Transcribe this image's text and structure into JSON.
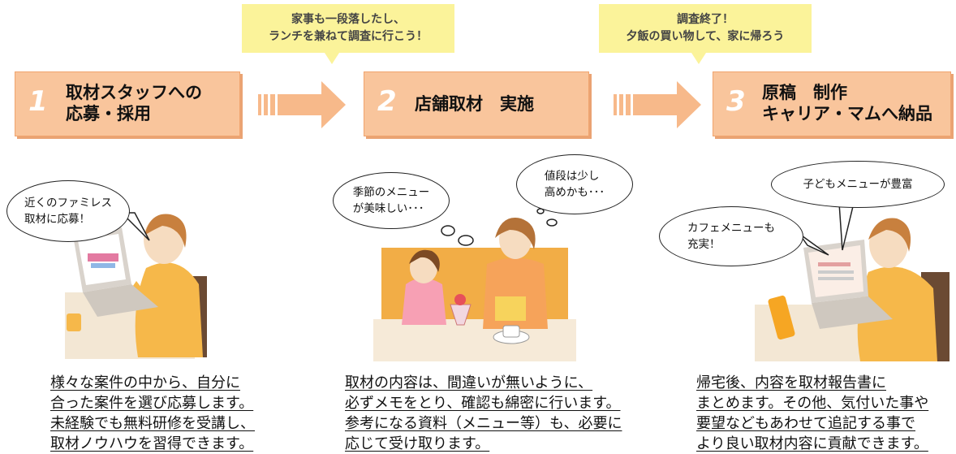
{
  "callouts": [
    {
      "line1": "家事も一段落したし、",
      "line2": "ランチを兼ねて調査に行こう！"
    },
    {
      "line1": "調査終了！",
      "line2": "夕飯の買い物して、家に帰ろう"
    }
  ],
  "steps": [
    {
      "number": "1",
      "line1": "取材スタッフへの",
      "line2": "応募・採用"
    },
    {
      "number": "2",
      "line1": "店舗取材　実施",
      "line2": ""
    },
    {
      "number": "3",
      "line1": "原稿　制作",
      "line2": "キャリア・マムへ納品"
    }
  ],
  "bubbles": {
    "step1": {
      "line1": "近くのファミレス",
      "line2": "取材に応募！"
    },
    "step2_left": {
      "line1": "季節のメニュー",
      "line2": "が美味しい･･･"
    },
    "step2_right": {
      "line1": "値段は少し",
      "line2": "高めかも･･･"
    },
    "step3_top": {
      "line1": "子どもメニューが豊富",
      "line2": ""
    },
    "step3_left": {
      "line1": "カフェメニューも",
      "line2": "充実！"
    }
  },
  "descriptions": [
    {
      "lines": [
        "様々な案件の中から、自分に",
        "合った案件を選び応募します。",
        "未経験でも無料研修を受講し、",
        "取材ノウハウを習得できます。"
      ]
    },
    {
      "lines": [
        "取材の内容は、間違いが無いように、",
        "必ずメモをとり、確認も綿密に行います。",
        "参考になる資料（メニュー等）も、必要に",
        "応じて受け取ります。"
      ]
    },
    {
      "lines": [
        "帰宅後、内容を取材報告書に",
        "まとめます。その他、気付いた事や",
        "要望などもあわせて追記する事で",
        "より良い取材内容に貢献できます。"
      ]
    }
  ],
  "colors": {
    "step_fill": "#f9c59c",
    "step_border": "#f0a46e",
    "arrow": "#f7b98a",
    "callout": "#fbf39a"
  }
}
